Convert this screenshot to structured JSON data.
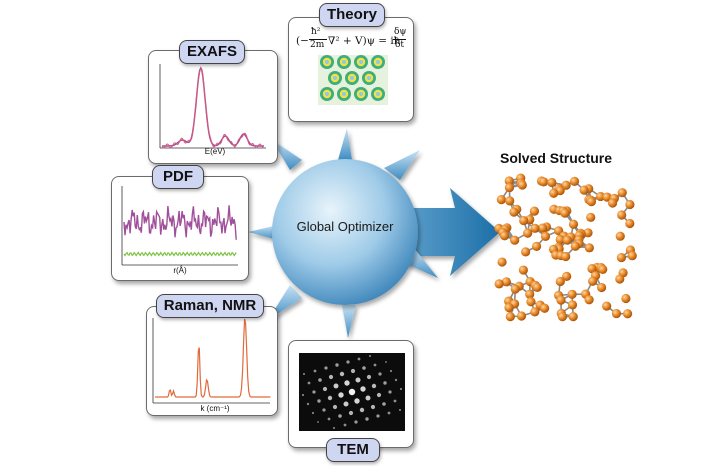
{
  "labels": {
    "theory": "Theory",
    "exafs": "EXAFS",
    "pdf": "PDF",
    "raman_nmr": "Raman, NMR",
    "tem": "TEM",
    "optimizer": "Global Optimizer",
    "solved": "Solved Structure"
  },
  "axes": {
    "exafs_x": "E(eV)",
    "pdf_x": "r(Å)",
    "raman_x": "k (cm⁻¹)"
  },
  "equation": {
    "left": "(−",
    "frac_num": "ħ²",
    "frac_den": "2m",
    "middle": "∇² + V)ψ = iħ",
    "dnum": "δψ",
    "dden": "δt"
  },
  "colors": {
    "hub_light": "#d8ecf8",
    "hub_dark": "#2a7fb8",
    "plot_purple": "#a0509a",
    "plot_green": "#7cc242",
    "plot_orange": "#e06a3a",
    "atom": "#e07a1a",
    "tag_bg": "#cfd6f2"
  }
}
